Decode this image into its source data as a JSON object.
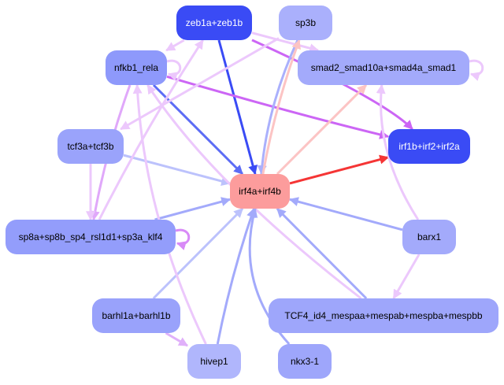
{
  "nodes": [
    {
      "id": "zeb1a+zeb1b",
      "label": "zeb1a+zeb1b",
      "fill": "#3a4bf5",
      "text": "#ffffff"
    },
    {
      "id": "sp3b",
      "label": "sp3b",
      "fill": "#aab0fc",
      "text": "#000000"
    },
    {
      "id": "nfkb1_rela",
      "label": "nfkb1_rela",
      "fill": "#8e99fb",
      "text": "#000000"
    },
    {
      "id": "smad2_smad10a+smad4a_smad1",
      "label": "smad2_smad10a+smad4a_smad1",
      "fill": "#a3aafb",
      "text": "#000000"
    },
    {
      "id": "tcf3a+tcf3b",
      "label": "tcf3a+tcf3b",
      "fill": "#9aa3fb",
      "text": "#000000"
    },
    {
      "id": "irf1b+irf2+irf2a",
      "label": "irf1b+irf2+irf2a",
      "fill": "#3a4bf5",
      "text": "#ffffff"
    },
    {
      "id": "irf4a+irf4b",
      "label": "irf4a+irf4b",
      "fill": "#fc9c9c",
      "text": "#000000"
    },
    {
      "id": "sp8a+sp8b_sp4_rsl1d1+sp3a_klf4",
      "label": "sp8a+sp8b_sp4_rsl1d1+sp3a_klf4",
      "fill": "#939dfb",
      "text": "#000000"
    },
    {
      "id": "barx1",
      "label": "barx1",
      "fill": "#a3aafb",
      "text": "#000000"
    },
    {
      "id": "barhl1a+barhl1b",
      "label": "barhl1a+barhl1b",
      "fill": "#99a2fb",
      "text": "#000000"
    },
    {
      "id": "TCF4_id4_mespaa+mespab+mespba+mespbb",
      "label": "TCF4_id4_mespaa+mespab+mespba+mespbb",
      "fill": "#9ea6fb",
      "text": "#000000"
    },
    {
      "id": "hivep1",
      "label": "hivep1",
      "fill": "#b0b6fc",
      "text": "#000000"
    },
    {
      "id": "nkx3-1",
      "label": "nkx3-1",
      "fill": "#9ea6fb",
      "text": "#000000"
    }
  ],
  "edges": [
    {
      "from": "zeb1a+zeb1b",
      "to": "irf4a+irf4b",
      "color": "#3a4bf5"
    },
    {
      "from": "zeb1a+zeb1b",
      "to": "irf1b+irf2+irf2a",
      "color": "#cc66f5"
    },
    {
      "from": "zeb1a+zeb1b",
      "to": "nfkb1_rela",
      "color": "#ecc8fc"
    },
    {
      "from": "zeb1a+zeb1b",
      "to": "smad2_smad10a+smad4a_smad1",
      "color": "#ecc8fc"
    },
    {
      "from": "nfkb1_rela",
      "to": "irf4a+irf4b",
      "color": "#5c6cf5"
    },
    {
      "from": "nfkb1_rela",
      "to": "irf1b+irf2+irf2a",
      "color": "#cc66f5"
    },
    {
      "from": "nfkb1_rela",
      "to": "nfkb1_rela",
      "color": "#ecc8fc"
    },
    {
      "from": "nfkb1_rela",
      "to": "sp8a+sp8b_sp4_rsl1d1+sp3a_klf4",
      "color": "#e0a8fa"
    },
    {
      "from": "sp3b",
      "to": "irf4a+irf4b",
      "color": "#aab0fc"
    },
    {
      "from": "irf4a+irf4b",
      "to": "sp3b",
      "color": "#fcc4c4"
    },
    {
      "from": "irf4a+irf4b",
      "to": "irf1b+irf2+irf2a",
      "color": "#f53535"
    },
    {
      "from": "irf4a+irf4b",
      "to": "smad2_smad10a+smad4a_smad1",
      "color": "#fcc4c4"
    },
    {
      "from": "smad2_smad10a+smad4a_smad1",
      "to": "smad2_smad10a+smad4a_smad1",
      "color": "#ecc8fc"
    },
    {
      "from": "tcf3a+tcf3b",
      "to": "irf4a+irf4b",
      "color": "#bcc2fc"
    },
    {
      "from": "tcf3a+tcf3b",
      "to": "sp8a+sp8b_sp4_rsl1d1+sp3a_klf4",
      "color": "#ecc8fc"
    },
    {
      "from": "sp3b",
      "to": "tcf3a+tcf3b",
      "color": "#ecc8fc"
    },
    {
      "from": "sp8a+sp8b_sp4_rsl1d1+sp3a_klf4",
      "to": "irf4a+irf4b",
      "color": "#a3aafb"
    },
    {
      "from": "sp8a+sp8b_sp4_rsl1d1+sp3a_klf4",
      "to": "sp8a+sp8b_sp4_rsl1d1+sp3a_klf4",
      "color": "#d88af7"
    },
    {
      "from": "sp8a+sp8b_sp4_rsl1d1+sp3a_klf4",
      "to": "zeb1a+zeb1b",
      "color": "#ecc8fc"
    },
    {
      "from": "barx1",
      "to": "irf4a+irf4b",
      "color": "#a3aafb"
    },
    {
      "from": "barx1",
      "to": "TCF4_id4_mespaa+mespab+mespba+mespbb",
      "color": "#ecc8fc"
    },
    {
      "from": "barx1",
      "to": "smad2_smad10a+smad4a_smad1",
      "color": "#ecc8fc"
    },
    {
      "from": "TCF4_id4_mespaa+mespab+mespba+mespbb",
      "to": "irf4a+irf4b",
      "color": "#a3aafb"
    },
    {
      "from": "TCF4_id4_mespaa+mespab+mespba+mespbb",
      "to": "nfkb1_rela",
      "color": "#ecc8fc"
    },
    {
      "from": "barhl1a+barhl1b",
      "to": "irf4a+irf4b",
      "color": "#bcc2fc"
    },
    {
      "from": "barhl1a+barhl1b",
      "to": "hivep1",
      "color": "#e0b0fa"
    },
    {
      "from": "hivep1",
      "to": "irf4a+irf4b",
      "color": "#a3aafb"
    },
    {
      "from": "hivep1",
      "to": "nfkb1_rela",
      "color": "#ecc8fc"
    },
    {
      "from": "nkx3-1",
      "to": "irf4a+irf4b",
      "color": "#a3aafb"
    }
  ]
}
